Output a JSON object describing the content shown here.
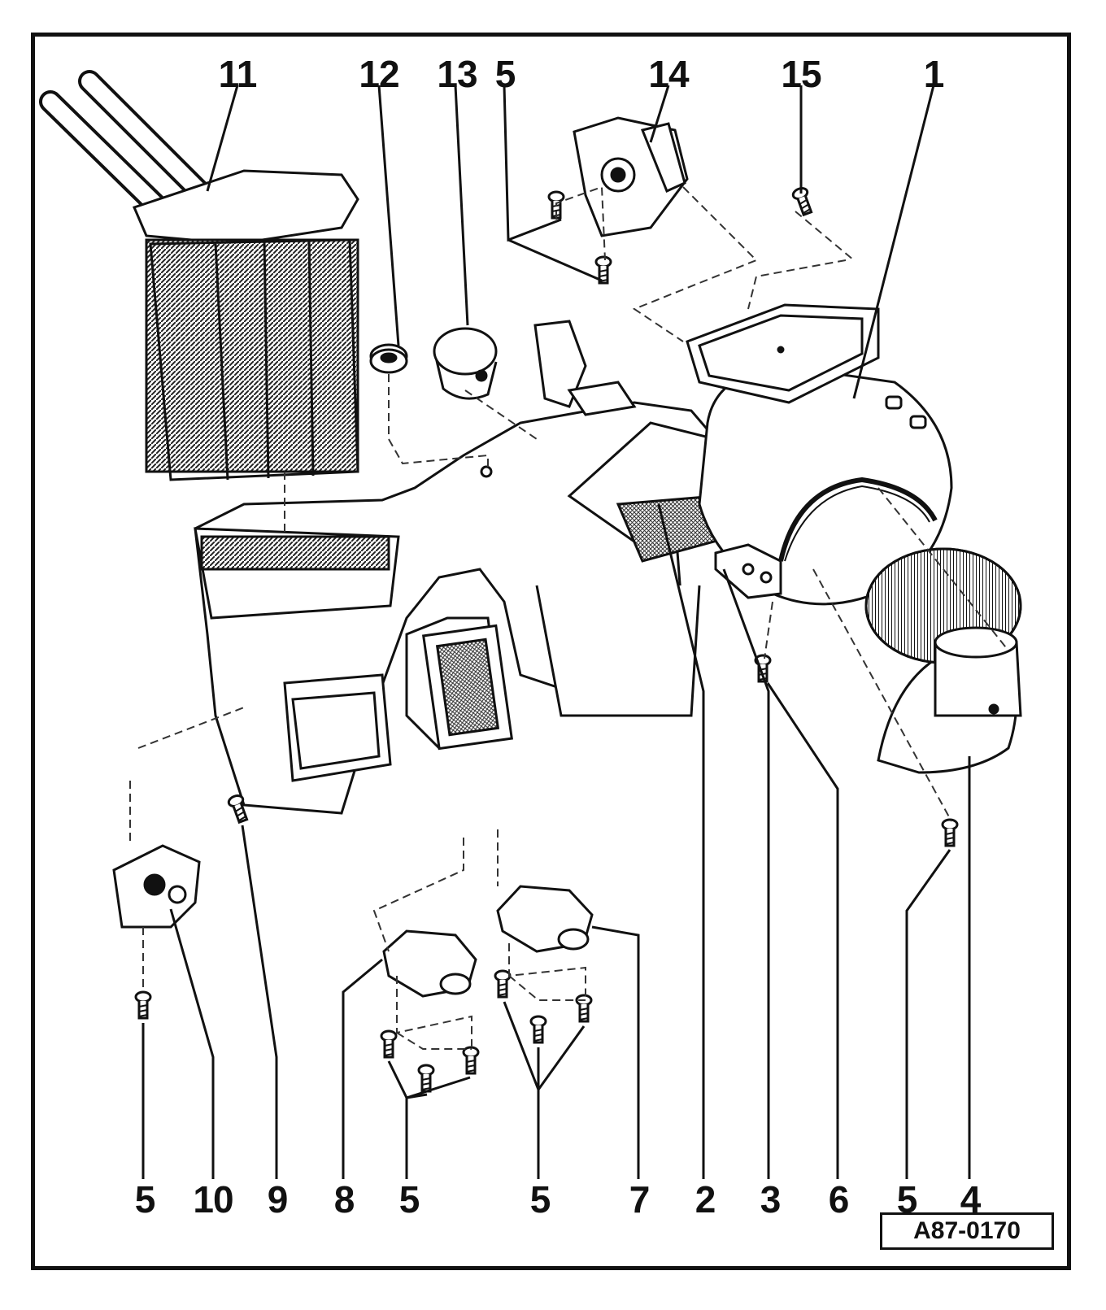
{
  "figure": {
    "reference": "A87-0170",
    "callouts": {
      "top": [
        "11",
        "12",
        "13",
        "5",
        "14",
        "15",
        "1"
      ],
      "bottom": [
        "5",
        "10",
        "9",
        "8",
        "5",
        "5",
        "7",
        "2",
        "3",
        "6",
        "5",
        "4"
      ]
    }
  },
  "colors": {
    "ink": "#111111",
    "paper": "#ffffff",
    "shade": "#bdbdbd"
  }
}
